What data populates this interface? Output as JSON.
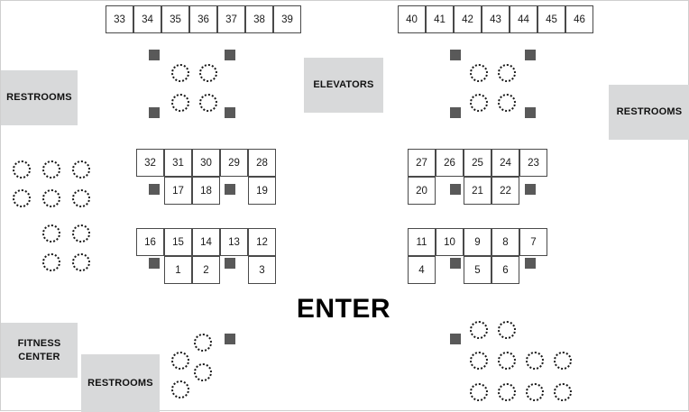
{
  "rooms": {
    "restrooms_top_left": "RESTROOMS",
    "elevators": "ELEVATORS",
    "restrooms_right": "RESTROOMS",
    "fitness_line1": "FITNESS",
    "fitness_line2": "CENTER",
    "restrooms_bottom": "RESTROOMS"
  },
  "entrance_label": "ENTER",
  "booths": {
    "top_left_row": [
      "33",
      "34",
      "35",
      "36",
      "37",
      "38",
      "39"
    ],
    "top_right_row": [
      "40",
      "41",
      "42",
      "43",
      "44",
      "45",
      "46"
    ],
    "left_upper_top": [
      "32",
      "31",
      "30",
      "29",
      "28"
    ],
    "left_upper_bottom": [
      "17",
      "18",
      "19"
    ],
    "right_upper_top": [
      "27",
      "26",
      "25",
      "24",
      "23"
    ],
    "right_upper_bottom": [
      "20",
      "21",
      "22"
    ],
    "left_lower_top": [
      "16",
      "15",
      "14",
      "13",
      "12"
    ],
    "left_lower_bottom": [
      "1",
      "2",
      "3"
    ],
    "right_lower_top": [
      "11",
      "10",
      "9",
      "8",
      "7"
    ],
    "right_lower_bottom": [
      "4",
      "5",
      "6"
    ]
  }
}
